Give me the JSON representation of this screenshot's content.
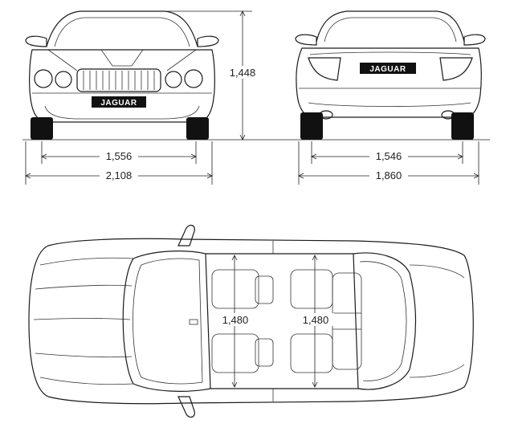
{
  "dimensions": {
    "height": "1,448",
    "front_track": "1,556",
    "overall_width_mirrors": "2,108",
    "rear_track": "1,546",
    "overall_width": "1,860",
    "front_seat_width": "1,480",
    "rear_seat_width": "1,480"
  },
  "badges": {
    "front_plate": "JAGUAR",
    "rear_plate": "JAGUAR"
  },
  "colors": {
    "line": "#1a1a1a",
    "background": "#ffffff"
  }
}
